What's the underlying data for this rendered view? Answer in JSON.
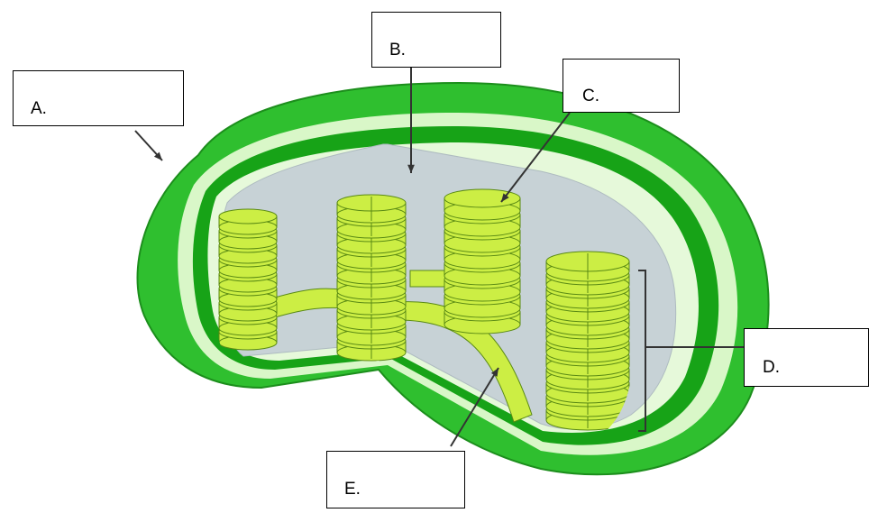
{
  "diagram": {
    "labels": {
      "a": "A.",
      "b": "B.",
      "c": "C.",
      "d": "D.",
      "e": "E."
    },
    "colors": {
      "outer_membrane": "#2fbf2f",
      "inner_membrane": "#17a317",
      "membrane_gap": "#d9f7c8",
      "stroma": "#c7d2d6",
      "thylakoid": "#ccee44",
      "thylakoid_edge": "#5a8a14",
      "leader_lines": "#333333"
    }
  }
}
